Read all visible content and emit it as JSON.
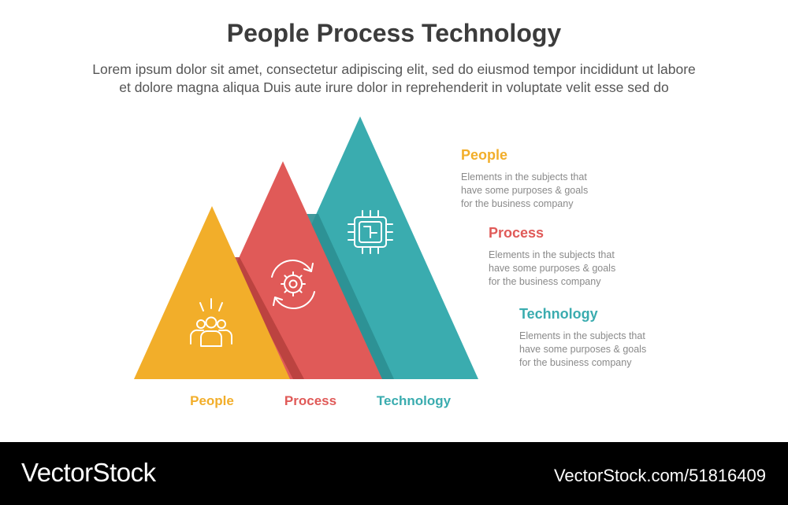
{
  "title": "People Process Technology",
  "subtitle": {
    "line1": "Lorem ipsum dolor sit amet, consectetur adipiscing elit, sed do eiusmod tempor incididunt ut labore",
    "line2": "et dolore magna aliqua Duis aute irure dolor in reprehenderit in voluptate velit esse sed do"
  },
  "colors": {
    "people": "#F2AE2A",
    "process": "#E05A58",
    "technology": "#3AACAF"
  },
  "items": [
    {
      "title": "People",
      "desc_lines": [
        "Elements in the subjects that",
        "have  some purposes & goals",
        "for the  business company"
      ],
      "icon": "group-icon"
    },
    {
      "title": "Process",
      "desc_lines": [
        "Elements in the subjects that",
        "have  some purposes & goals",
        "for the  business company"
      ],
      "icon": "gear-cycle-icon"
    },
    {
      "title": "Technology",
      "desc_lines": [
        "Elements in the subjects that",
        "have  some purposes & goals",
        "for the  business company"
      ],
      "icon": "chip-icon"
    }
  ],
  "bottom_labels": [
    "People",
    "Process",
    "Technology"
  ],
  "footer": {
    "brand": "VectorStock",
    "url": "VectorStock.com/51816409"
  }
}
